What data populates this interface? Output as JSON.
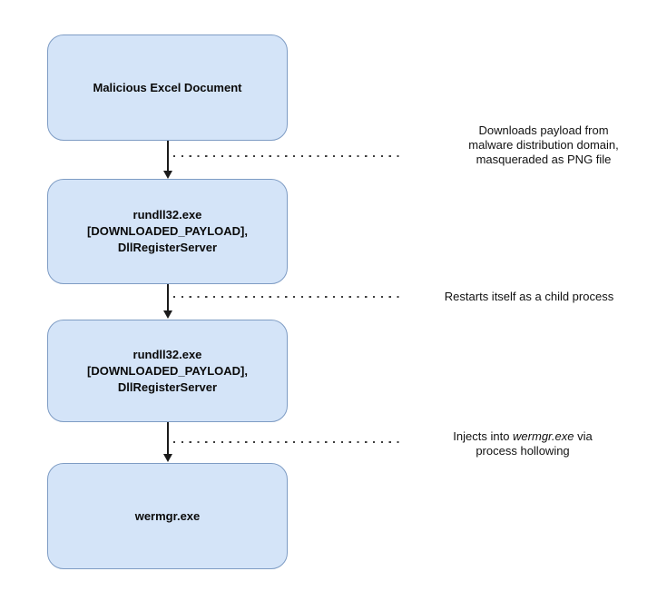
{
  "diagram": {
    "title": "Malware execution chain flowchart",
    "colors": {
      "node_fill": "#d4e4f8",
      "node_border": "#7e9cc4",
      "arrow": "#1a1a1a",
      "text": "#0a0a0a",
      "background": "#ffffff"
    },
    "nodes": [
      {
        "id": "malicious-excel-document",
        "label": "Malicious Excel Document"
      },
      {
        "id": "rundll32-parent",
        "label": "rundll32.exe\n[DOWNLOADED_PAYLOAD],\nDllRegisterServer"
      },
      {
        "id": "rundll32-child",
        "label": "rundll32.exe\n[DOWNLOADED_PAYLOAD],\nDllRegisterServer"
      },
      {
        "id": "wermgr",
        "label": "wermgr.exe"
      }
    ],
    "edges": [
      {
        "from": "malicious-excel-document",
        "to": "rundll32-parent",
        "annotation": "Downloads payload from\nmalware distribution domain,\nmasqueraded as PNG file"
      },
      {
        "from": "rundll32-parent",
        "to": "rundll32-child",
        "annotation": "Restarts itself as a child process"
      },
      {
        "from": "rundll32-child",
        "to": "wermgr",
        "annotation_prefix": "Injects into ",
        "annotation_italic": "wermgr.exe",
        "annotation_suffix": " via\nprocess hollowing"
      }
    ]
  }
}
